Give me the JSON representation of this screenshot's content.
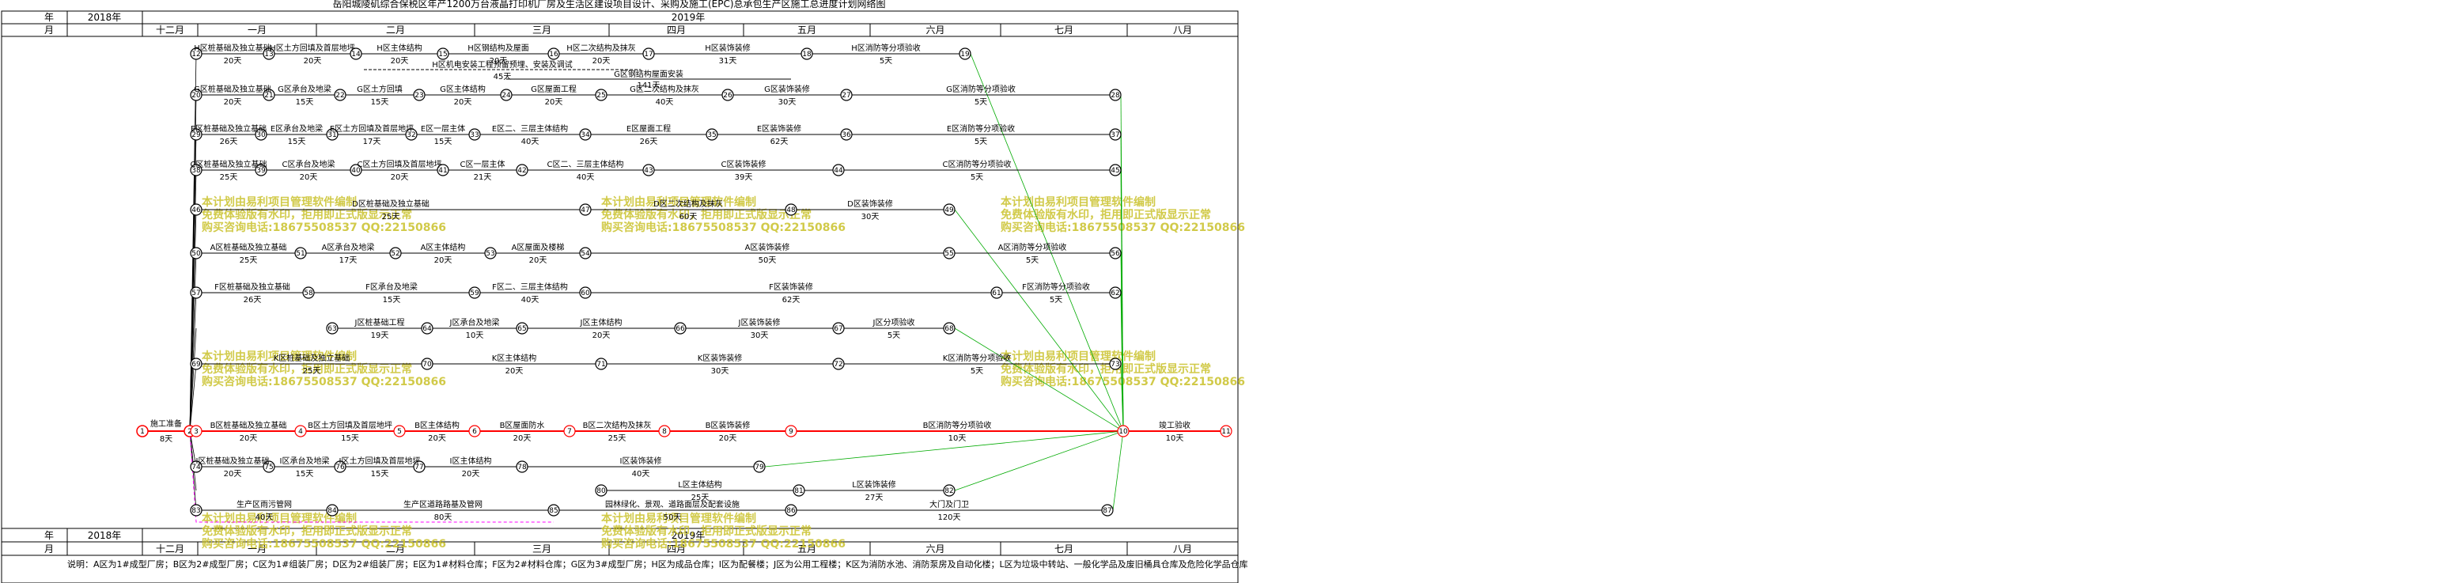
{
  "title": "岳阳城陵矶综合保税区年产1200万台液晶打印机厂房及生活区建设项目设计、采购及施工(EPC)总承包生产区施工总进度计划网络图",
  "timescale": {
    "row_year": "年",
    "row_month": "月",
    "year_2018": "2018年",
    "year_2019": "2019年",
    "months": [
      "十二月",
      "一月",
      "二月",
      "三月",
      "四月",
      "五月",
      "六月",
      "七月",
      "八月"
    ]
  },
  "watermark": {
    "line1": "本计划由易利项目管理软件编制",
    "line2": "免费体验版有水印，拒用即正式版显示正常",
    "line3": "购买咨询电话:18675508537 QQ:22150866"
  },
  "colors": {
    "critical": "#ff0000",
    "normal": "#000000",
    "green": "#00aa00",
    "magenta": "#ff00ff",
    "watermark": "#c9c12a"
  },
  "activities": [
    {
      "id": "a1",
      "label": "施工准备",
      "dur": "8天"
    },
    {
      "id": "a2",
      "label": "B区桩基础及独立基础",
      "dur": "20天"
    },
    {
      "id": "a3",
      "label": "B区土方回填及首层地坪",
      "dur": "15天"
    },
    {
      "id": "a4",
      "label": "B区主体结构",
      "dur": "20天"
    },
    {
      "id": "a5",
      "label": "B区屋面防水",
      "dur": "20天"
    },
    {
      "id": "a6",
      "label": "B区二次结构及抹灰",
      "dur": "25天"
    },
    {
      "id": "a7",
      "label": "B区装饰装修",
      "dur": "20天"
    },
    {
      "id": "a8",
      "label": "B区消防等分项验收",
      "dur": "10天"
    },
    {
      "id": "a9",
      "label": "竣工验收",
      "dur": "10天"
    },
    {
      "id": "h1",
      "label": "H区桩基础及独立基础",
      "dur": "20天"
    },
    {
      "id": "h2",
      "label": "H区土方回填及首层地坪",
      "dur": "20天"
    },
    {
      "id": "h3",
      "label": "H区主体结构",
      "dur": "20天"
    },
    {
      "id": "h4",
      "label": "H区钢结构及屋面",
      "dur": "20天"
    },
    {
      "id": "h5",
      "label": "H区二次结构及抹灰",
      "dur": "20天"
    },
    {
      "id": "h6",
      "label": "H区装饰装修",
      "dur": "31天"
    },
    {
      "id": "h7",
      "label": "H区机电安装工程预留预埋、安装及调试",
      "dur": "45天"
    },
    {
      "id": "h8",
      "label": "H区消防等分项验收",
      "dur": "5天"
    },
    {
      "id": "g1",
      "label": "G区桩基础及独立基础",
      "dur": "20天"
    },
    {
      "id": "g2",
      "label": "G区承台及地梁",
      "dur": "15天"
    },
    {
      "id": "g3",
      "label": "G区土方回填",
      "dur": "15天"
    },
    {
      "id": "g4",
      "label": "G区主体结构",
      "dur": "20天"
    },
    {
      "id": "g5",
      "label": "G区屋面工程",
      "dur": "20天"
    },
    {
      "id": "g6",
      "label": "G区钢结构屋面安装",
      "dur": "141天"
    },
    {
      "id": "g7",
      "label": "G区二次结构及抹灰",
      "dur": "40天"
    },
    {
      "id": "g8",
      "label": "G区装饰装修",
      "dur": "30天"
    },
    {
      "id": "g9",
      "label": "G区消防等分项验收",
      "dur": "5天"
    },
    {
      "id": "e1",
      "label": "E区桩基础及独立基础",
      "dur": "26天"
    },
    {
      "id": "e2",
      "label": "E区承台及地梁",
      "dur": "15天"
    },
    {
      "id": "e3",
      "label": "E区土方回填及首层地坪",
      "dur": "17天"
    },
    {
      "id": "e4",
      "label": "E区一层主体",
      "dur": "15天"
    },
    {
      "id": "e5",
      "label": "E区二、三层主体结构",
      "dur": "40天"
    },
    {
      "id": "e6",
      "label": "E区屋面工程",
      "dur": "26天"
    },
    {
      "id": "e7",
      "label": "E区装饰装修",
      "dur": "62天"
    },
    {
      "id": "e8",
      "label": "E区消防等分项验收",
      "dur": "5天"
    },
    {
      "id": "c1",
      "label": "C区桩基础及独立基础",
      "dur": "25天"
    },
    {
      "id": "c2",
      "label": "C区承台及地梁",
      "dur": "20天"
    },
    {
      "id": "c3",
      "label": "C区土方回填及首层地坪",
      "dur": "20天"
    },
    {
      "id": "c4",
      "label": "C区一层主体",
      "dur": "21天"
    },
    {
      "id": "c5",
      "label": "C区二、三层主体结构",
      "dur": "40天"
    },
    {
      "id": "c6",
      "label": "C区装饰装修",
      "dur": "39天"
    },
    {
      "id": "c7",
      "label": "C区消防等分项验收",
      "dur": "5天"
    },
    {
      "id": "d1",
      "label": "D区桩基础及独立基础",
      "dur": "25天"
    },
    {
      "id": "d2",
      "label": "D区二次结构及抹灰",
      "dur": "60天"
    },
    {
      "id": "d3",
      "label": "D区装饰装修",
      "dur": "30天"
    },
    {
      "id": "a_1",
      "label": "A区桩基础及独立基础",
      "dur": "25天"
    },
    {
      "id": "a_2",
      "label": "A区承台及地梁",
      "dur": "17天"
    },
    {
      "id": "a_3",
      "label": "A区主体结构",
      "dur": "20天"
    },
    {
      "id": "a_4",
      "label": "A区屋面及楼梯",
      "dur": "20天"
    },
    {
      "id": "a_5",
      "label": "A区装饰装修",
      "dur": "50天"
    },
    {
      "id": "a_6",
      "label": "A区消防等分项验收",
      "dur": "5天"
    },
    {
      "id": "f1",
      "label": "F区桩基础及独立基础",
      "dur": "26天"
    },
    {
      "id": "f2",
      "label": "F区承台及地梁",
      "dur": "15天"
    },
    {
      "id": "f3",
      "label": "F区二、三层主体结构",
      "dur": "40天"
    },
    {
      "id": "f4",
      "label": "F区装饰装修",
      "dur": "62天"
    },
    {
      "id": "f5",
      "label": "F区消防等分项验收",
      "dur": "5天"
    },
    {
      "id": "j1",
      "label": "J区桩基础工程",
      "dur": "19天"
    },
    {
      "id": "j2",
      "label": "J区承台及地梁",
      "dur": "10天"
    },
    {
      "id": "j3",
      "label": "J区主体结构",
      "dur": "20天"
    },
    {
      "id": "j4",
      "label": "J区装饰装修",
      "dur": "30天"
    },
    {
      "id": "j5",
      "label": "J区分项验收",
      "dur": "5天"
    },
    {
      "id": "k1",
      "label": "K区桩基础及独立基础",
      "dur": "25天"
    },
    {
      "id": "k2",
      "label": "K区主体结构",
      "dur": "20天"
    },
    {
      "id": "k3",
      "label": "K区装饰装修",
      "dur": "30天"
    },
    {
      "id": "k4",
      "label": "K区消防等分项验收",
      "dur": "5天"
    },
    {
      "id": "i1",
      "label": "I区桩基础及独立基础",
      "dur": "20天"
    },
    {
      "id": "i2",
      "label": "I区承台及地梁",
      "dur": "15天"
    },
    {
      "id": "i3",
      "label": "I区土方回填及首层地坪",
      "dur": "15天"
    },
    {
      "id": "i4",
      "label": "I区主体结构",
      "dur": "20天"
    },
    {
      "id": "i5",
      "label": "I区装饰装修",
      "dur": "40天"
    },
    {
      "id": "l1",
      "label": "L区主体结构",
      "dur": "25天"
    },
    {
      "id": "l2",
      "label": "L区装饰装修",
      "dur": "27天"
    },
    {
      "id": "r1",
      "label": "生产区雨污管网",
      "dur": "40天"
    },
    {
      "id": "r2",
      "label": "生产区道路路基及管网",
      "dur": "80天"
    },
    {
      "id": "r3",
      "label": "园林绿化、景观、道路面层及配套设施",
      "dur": "50天"
    },
    {
      "id": "r4",
      "label": "大门及门卫",
      "dur": "120天"
    }
  ],
  "note": "说明：A区为1#成型厂房；B区为2#成型厂房；C区为1#组装厂房；D区为2#组装厂房；E区为1#材料仓库；F区为2#材料仓库；G区为3#成型厂房；H区为成品仓库；I区为配餐楼；J区为公用工程楼；K区为消防水池、消防泵房及自动化楼；L区为垃圾中转站、一般化学品及废旧桶具仓库及危险化学品仓库"
}
